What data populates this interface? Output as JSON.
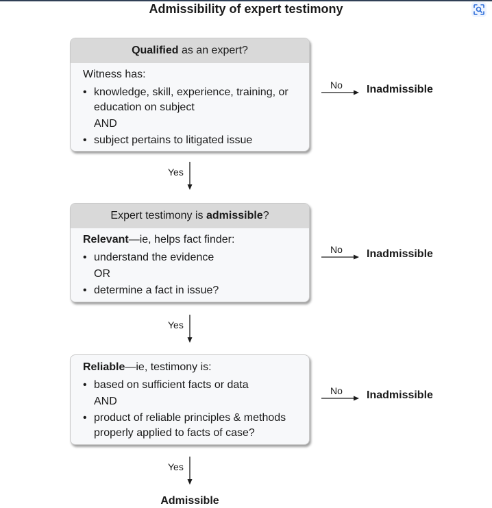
{
  "title": "Admissibility of expert testimony",
  "colors": {
    "box_fill": "#f7f8fa",
    "header_fill": "#d9d9d9",
    "text": "#1a1a1a",
    "top_rule": "#2f3f55",
    "lens_button": "#2b6cd8"
  },
  "toolbar": {
    "lens_icon": "visual-search-icon"
  },
  "box1": {
    "header_bold": "Qualified",
    "header_rest": " as an expert?",
    "lead": "Witness has:",
    "bullet1": "knowledge, skill, experience, training, or education on subject",
    "connector": "AND",
    "bullet2": "subject pertains to litigated issue"
  },
  "box2": {
    "header_rest": "Expert testimony is ",
    "header_bold": "admissible",
    "header_end": "?",
    "lead_bold": "Relevant",
    "lead_rest": "—ie, helps fact finder:",
    "bullet1": "understand the evidence",
    "connector": "OR",
    "bullet2": "determine a fact in issue?"
  },
  "box3": {
    "lead_bold": "Reliable",
    "lead_rest": "—ie, testimony is:",
    "bullet1": "based on sufficient facts or data",
    "connector": "AND",
    "bullet2": "product of reliable principles & methods properly applied to facts of case?"
  },
  "branches": [
    {
      "condition": "No",
      "result": "Inadmissible"
    },
    {
      "condition": "No",
      "result": "Inadmissible"
    },
    {
      "condition": "No",
      "result": "Inadmissible"
    }
  ],
  "flow": [
    "Yes",
    "Yes",
    "Yes"
  ],
  "final": "Admissible"
}
